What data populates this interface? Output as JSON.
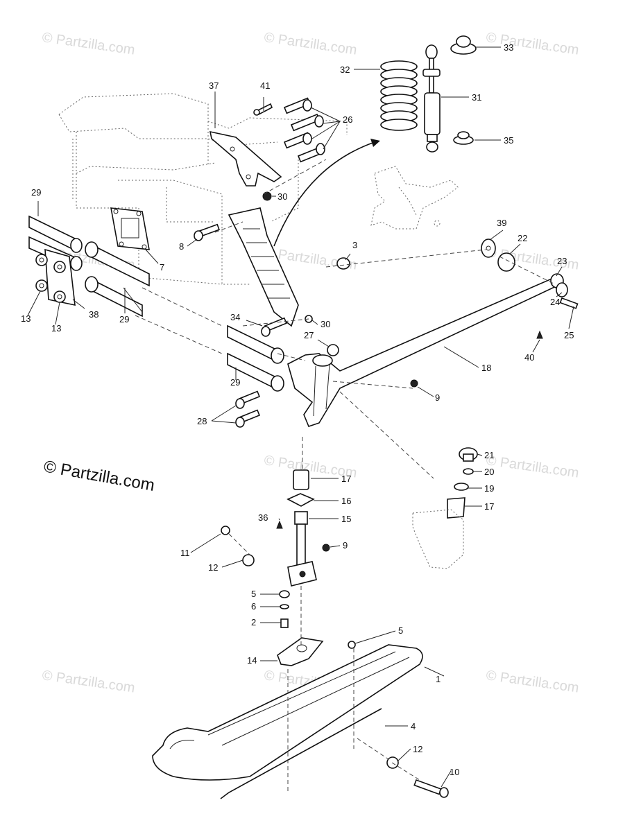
{
  "watermark": "© Partzilla.com",
  "copyright": "© Partzilla.com",
  "callouts": {
    "c1": "1",
    "c2": "2",
    "c3": "3",
    "c4": "4",
    "c5a": "5",
    "c5b": "5",
    "c6": "6",
    "c7": "7",
    "c8": "8",
    "c9a": "9",
    "c9b": "9",
    "c10": "10",
    "c11": "11",
    "c12a": "12",
    "c12b": "12",
    "c13a": "13",
    "c13b": "13",
    "c14": "14",
    "c15": "15",
    "c16": "16",
    "c17a": "17",
    "c17b": "17",
    "c18": "18",
    "c19": "19",
    "c20": "20",
    "c21": "21",
    "c22": "22",
    "c23": "23",
    "c24": "24",
    "c25": "25",
    "c26": "26",
    "c27": "27",
    "c28": "28",
    "c29a": "29",
    "c29b": "29",
    "c29c": "29",
    "c30a": "30",
    "c30b": "30",
    "c31": "31",
    "c32": "32",
    "c33": "33",
    "c34": "34",
    "c35": "35",
    "c36": "36",
    "c37": "37",
    "c38": "38",
    "c39": "39",
    "c40": "40",
    "c41": "41"
  }
}
